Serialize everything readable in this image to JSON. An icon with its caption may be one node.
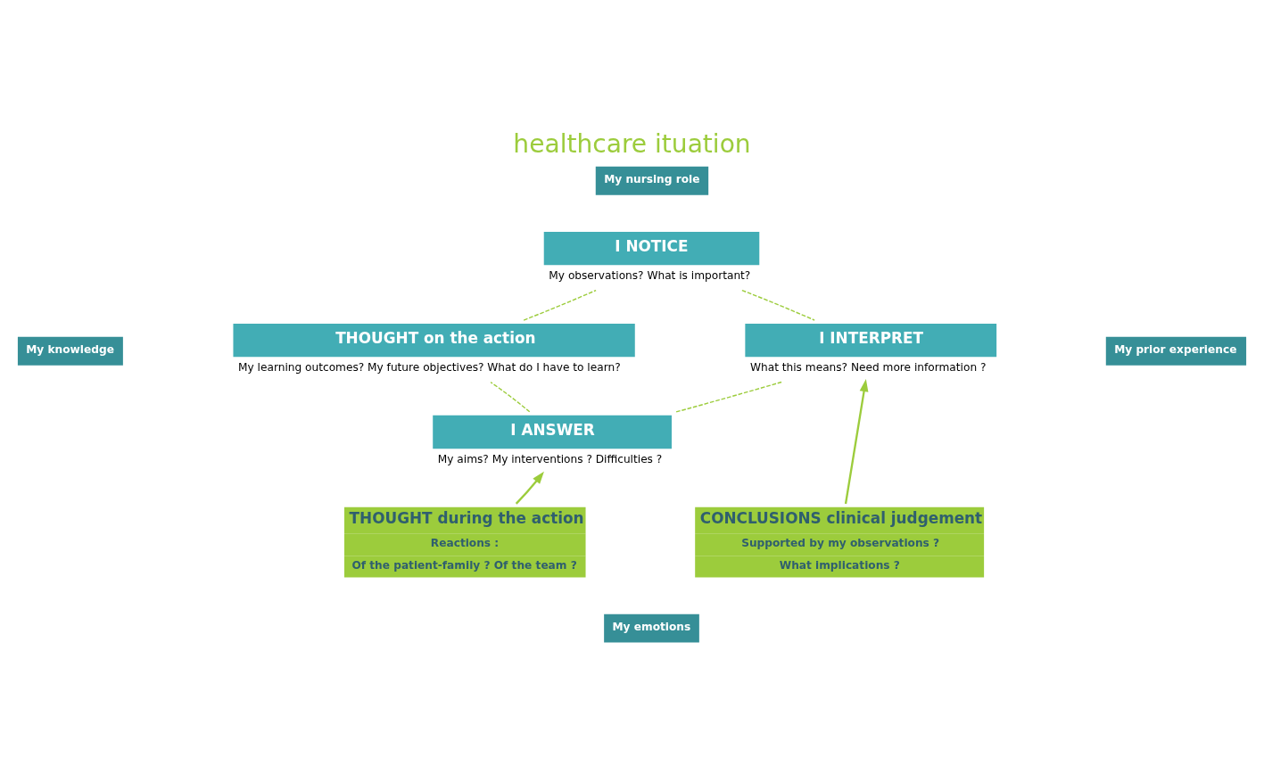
{
  "diagram": {
    "title": "healthcare ituation",
    "nodes": [
      {
        "text": [
          "My nursing role"
        ]
      },
      {
        "text": [
          "My knowledge"
        ]
      },
      {
        "text": [
          "My prior experience"
        ]
      },
      {
        "text": [
          "I NOTICE"
        ],
        "beside": [
          "My observations? What is important?"
        ]
      },
      {
        "text": [
          "THOUGHT on the action"
        ],
        "beside": [
          "My learning outcomes? My future objectives? What do I have to learn?"
        ]
      },
      {
        "text": [
          "I INTERPRET"
        ],
        "beside": [
          "What this means? Need more information ?"
        ]
      },
      {
        "text": [
          "I ANSWER"
        ],
        "beside": [
          "My aims? My interventions ? Difficulties ?"
        ]
      },
      {
        "text": [
          "THOUGHT during the action",
          "Reactions :",
          "Of the patient-family ? Of the team ?"
        ]
      },
      {
        "text": [
          "CONCLUSIONS clinical judgement",
          "Supported by my observations ?",
          "What implications ?"
        ]
      },
      {
        "text": [
          "My emotions"
        ]
      }
    ],
    "edges": [
      {
        "from": 3,
        "to": 5,
        "arrow": "none",
        "style": "dashed"
      },
      {
        "from": 5,
        "to": 6,
        "arrow": "none",
        "style": "dashed"
      },
      {
        "from": 6,
        "to": 4,
        "arrow": "none",
        "style": "dashed"
      },
      {
        "from": 4,
        "to": 3,
        "arrow": "none",
        "style": "dashed"
      },
      {
        "from": 7,
        "to": 6,
        "arrow": "to"
      },
      {
        "from": 8,
        "to": 5,
        "arrow": "to"
      }
    ]
  }
}
